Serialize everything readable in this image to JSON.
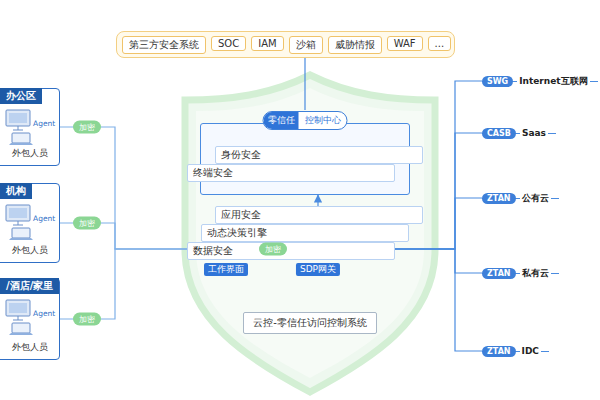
{
  "diagram": {
    "nodes": [
      {
        "text": [
          "第三方安全系统"
        ]
      },
      {
        "text": [
          "SOC"
        ]
      },
      {
        "text": [
          "IAM"
        ]
      },
      {
        "text": [
          "沙箱"
        ]
      },
      {
        "text": [
          "威胁情报"
        ]
      },
      {
        "text": [
          "WAF"
        ]
      },
      {
        "text": [
          "..."
        ]
      },
      {
        "text": [
          "办公区",
          "外包人员"
        ]
      },
      {
        "text": [
          "机构",
          "外包人员"
        ]
      },
      {
        "text": [
          "/酒店/家里",
          "外包人员"
        ]
      },
      {
        "text": [
          "零信任",
          "控制中心"
        ]
      },
      {
        "text": [
          "身份安全"
        ],
        "in": 10
      },
      {
        "text": [
          "终端安全"
        ],
        "in": 10
      },
      {
        "text": [
          "应用安全"
        ],
        "in": 10
      },
      {
        "text": [
          "动态决策引擎"
        ],
        "in": 10
      },
      {
        "text": [
          "数据安全"
        ],
        "in": 10
      },
      {
        "text": [
          "工作界面"
        ]
      },
      {
        "text": [
          "SDP网关"
        ]
      },
      {
        "text": [
          "云控-零信任访问控制系统"
        ]
      },
      {
        "text": [
          "SWG",
          "Internet互联网"
        ]
      },
      {
        "text": [
          "CASB",
          "Saas"
        ]
      },
      {
        "text": [
          "ZTAN",
          "公有云"
        ]
      },
      {
        "text": [
          "ZTAN",
          "私有云"
        ]
      },
      {
        "text": [
          "ZTAN",
          "IDC"
        ]
      }
    ],
    "edges": [
      {
        "from": 7,
        "to": 16,
        "label": "加密",
        "arrow": "none"
      },
      {
        "from": 8,
        "to": 16,
        "label": "加密",
        "arrow": "none"
      },
      {
        "from": 9,
        "to": 16,
        "label": "加密",
        "arrow": "none"
      },
      {
        "from": 16,
        "to": 17,
        "label": "加密",
        "arrow": "none"
      },
      {
        "from": 17,
        "to": 10,
        "arrow": "to"
      },
      {
        "from": 17,
        "to": 19,
        "arrow": "none"
      },
      {
        "from": 17,
        "to": 20,
        "arrow": "none"
      },
      {
        "from": 17,
        "to": 21,
        "arrow": "none"
      },
      {
        "from": 17,
        "to": 22,
        "arrow": "none"
      },
      {
        "from": 17,
        "to": 23,
        "arrow": "none"
      }
    ],
    "labels": [
      "Agent",
      "Agent",
      "Agent"
    ]
  }
}
